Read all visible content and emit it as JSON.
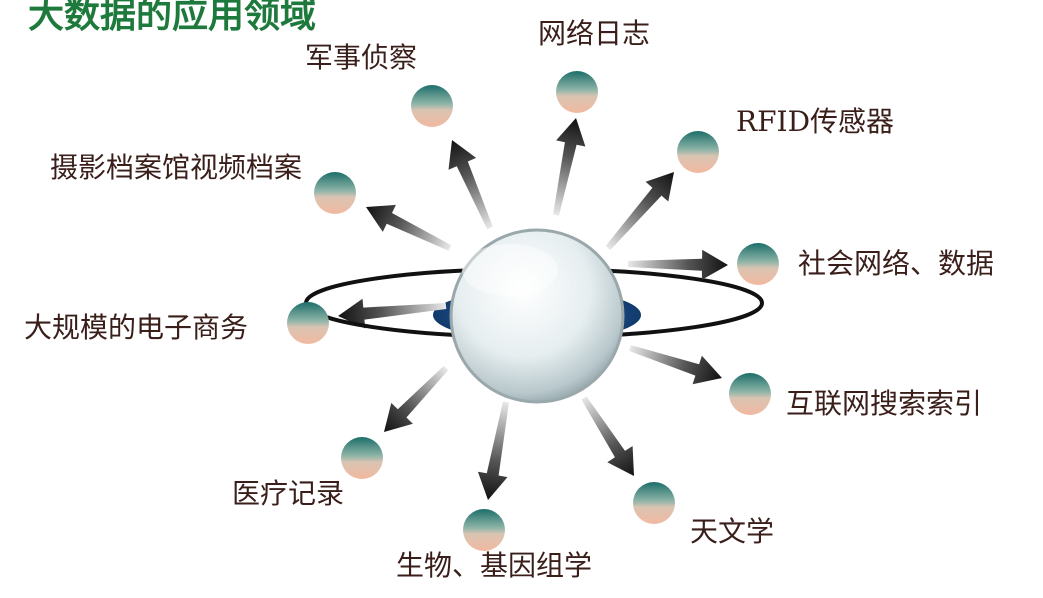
{
  "title": "大数据的应用领域",
  "labels": {
    "wangluo_rizhi": "网络日志",
    "junshi_zhencha": "军事侦察",
    "rfid": "RFID传感器",
    "sheying": "摄影档案馆视频档案",
    "shehui": "社会网络、数据",
    "dianzi_shangwu": "大规模的电子商务",
    "hulianwang": "互联网搜索索引",
    "yiliao": "医疗记录",
    "tianwen": "天文学",
    "shengwu": "生物、基因组学"
  },
  "colors": {
    "title": "#1e7a3c",
    "label": "#3a1e1a",
    "ball_top": "#1c6e6a",
    "ball_bottom": "#f2b9a0"
  }
}
